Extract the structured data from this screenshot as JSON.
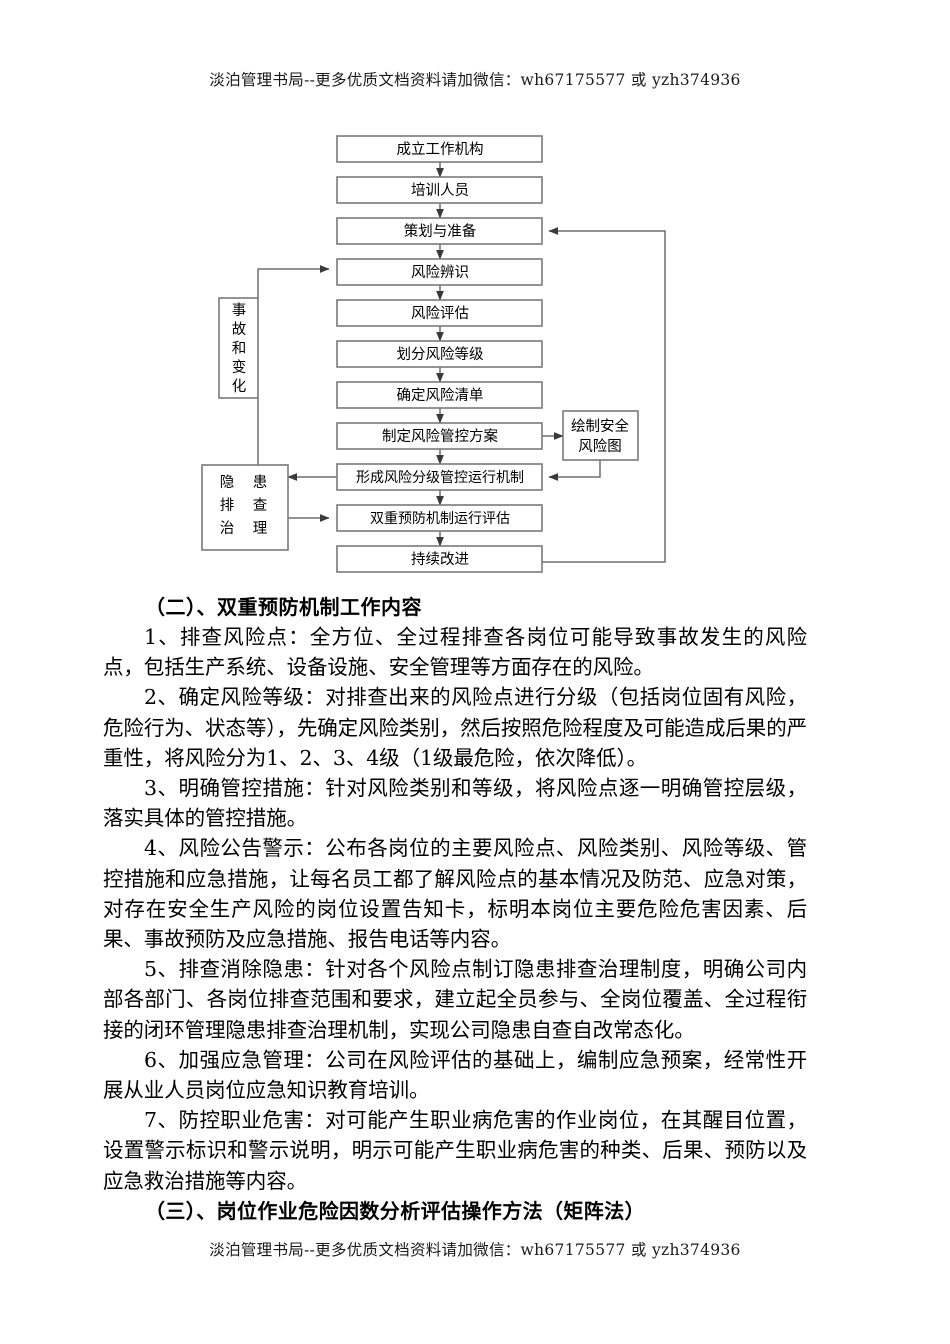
{
  "watermark": {
    "header": "淡泊管理书局--更多优质文档资料请加微信：wh67175577 或 yzh374936",
    "footer": "淡泊管理书局--更多优质文档资料请加微信：wh67175577 或 yzh374936"
  },
  "flowchart": {
    "main_boxes": [
      {
        "id": "establish-org",
        "label": "成立工作机构"
      },
      {
        "id": "train-personnel",
        "label": "培训人员"
      },
      {
        "id": "plan-prepare",
        "label": "策划与准备"
      },
      {
        "id": "risk-identification",
        "label": "风险辨识"
      },
      {
        "id": "risk-assessment",
        "label": "风险评估"
      },
      {
        "id": "risk-grading",
        "label": "划分风险等级"
      },
      {
        "id": "risk-list",
        "label": "确定风险清单"
      },
      {
        "id": "risk-control-plan",
        "label": "制定风险管控方案"
      },
      {
        "id": "graded-control-mechanism",
        "label": "形成风险分级管控运行机制"
      },
      {
        "id": "dual-prevention-evaluation",
        "label": "双重预防机制运行评估"
      },
      {
        "id": "continuous-improvement",
        "label": "持续改进"
      }
    ],
    "side_boxes": [
      {
        "id": "accident-change",
        "lines": [
          "事",
          "故",
          "和",
          "变",
          "化"
        ]
      },
      {
        "id": "hazard-investigation",
        "col1": [
          "隐",
          "排",
          "治"
        ],
        "col2": [
          "患",
          "查",
          "理"
        ]
      },
      {
        "id": "safety-risk-map",
        "lines": [
          "绘制安全",
          "风险图"
        ]
      }
    ]
  },
  "content": {
    "heading_2": "（二）、双重预防机制工作内容",
    "paragraphs": [
      "1、排查风险点：全方位、全过程排查各岗位可能导致事故发生的风险点，包括生产系统、设备设施、安全管理等方面存在的风险。",
      "2、确定风险等级：对排查出来的风险点进行分级（包括岗位固有风险，危险行为、状态等），先确定风险类别，然后按照危险程度及可能造成后果的严重性，将风险分为1、2、3、4级（1级最危险，依次降低）。",
      "3、明确管控措施：针对风险类别和等级，将风险点逐一明确管控层级，落实具体的管控措施。",
      "4、风险公告警示：公布各岗位的主要风险点、风险类别、风险等级、管控措施和应急措施，让每名员工都了解风险点的基本情况及防范、应急对策，对存在安全生产风险的岗位设置告知卡，标明本岗位主要危险危害因素、后果、事故预防及应急措施、报告电话等内容。",
      "5、排查消除隐患：针对各个风险点制订隐患排查治理制度，明确公司内部各部门、各岗位排查范围和要求，建立起全员参与、全岗位覆盖、全过程衔接的闭环管理隐患排查治理机制，实现公司隐患自查自改常态化。",
      "6、加强应急管理：公司在风险评估的基础上，编制应急预案，经常性开展从业人员岗位应急知识教育培训。",
      "7、防控职业危害：对可能产生职业病危害的作业岗位，在其醒目位置，设置警示标识和警示说明，明示可能产生职业病危害的种类、后果、预防以及应急救治措施等内容。"
    ],
    "heading_3": "（三）、岗位作业危险因数分析评估操作方法（矩阵法）"
  },
  "colors": {
    "box_stroke": "#7a7a7a",
    "line_stroke": "#6e6e6e",
    "text": "#000000",
    "background": "#ffffff"
  }
}
